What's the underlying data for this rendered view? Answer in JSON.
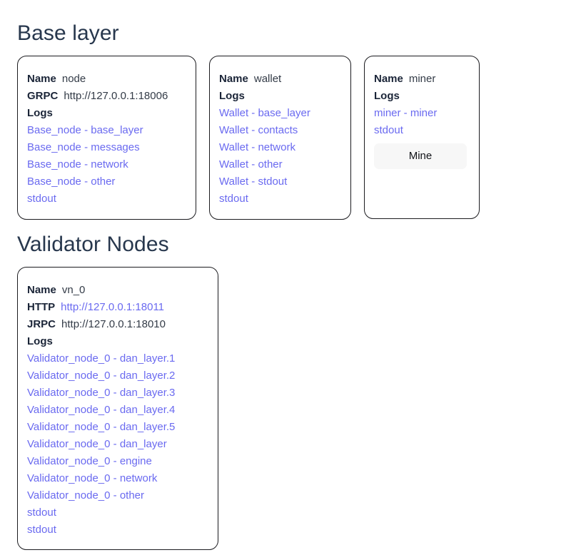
{
  "sections": [
    {
      "title": "Base layer",
      "cards": [
        {
          "name_label": "Name",
          "name_value": "node",
          "grpc_label": "GRPC",
          "grpc_value": "http://127.0.0.1:18006",
          "logs_label": "Logs",
          "logs": [
            "Base_node - base_layer",
            "Base_node - messages",
            "Base_node - network",
            "Base_node - other",
            "stdout"
          ]
        },
        {
          "name_label": "Name",
          "name_value": "wallet",
          "logs_label": "Logs",
          "logs": [
            "Wallet - base_layer",
            "Wallet - contacts",
            "Wallet - network",
            "Wallet - other",
            "Wallet - stdout",
            "stdout"
          ]
        },
        {
          "name_label": "Name",
          "name_value": "miner",
          "logs_label": "Logs",
          "logs": [
            "miner - miner",
            "stdout"
          ],
          "mine_button_label": "Mine"
        }
      ]
    },
    {
      "title": "Validator Nodes",
      "cards": [
        {
          "name_label": "Name",
          "name_value": "vn_0",
          "http_label": "HTTP",
          "http_value": "http://127.0.0.1:18011",
          "jrpc_label": "JRPC",
          "jrpc_value": "http://127.0.0.1:18010",
          "logs_label": "Logs",
          "logs": [
            "Validator_node_0 - dan_layer.1",
            "Validator_node_0 - dan_layer.2",
            "Validator_node_0 - dan_layer.3",
            "Validator_node_0 - dan_layer.4",
            "Validator_node_0 - dan_layer.5",
            "Validator_node_0 - dan_layer",
            "Validator_node_0 - engine",
            "Validator_node_0 - network",
            "Validator_node_0 - other",
            "stdout",
            "stdout"
          ]
        }
      ]
    }
  ],
  "colors": {
    "link": "#6a6af0",
    "heading": "#27374d",
    "card_border": "#1b1b1f",
    "button_bg": "#f7f7f7"
  }
}
